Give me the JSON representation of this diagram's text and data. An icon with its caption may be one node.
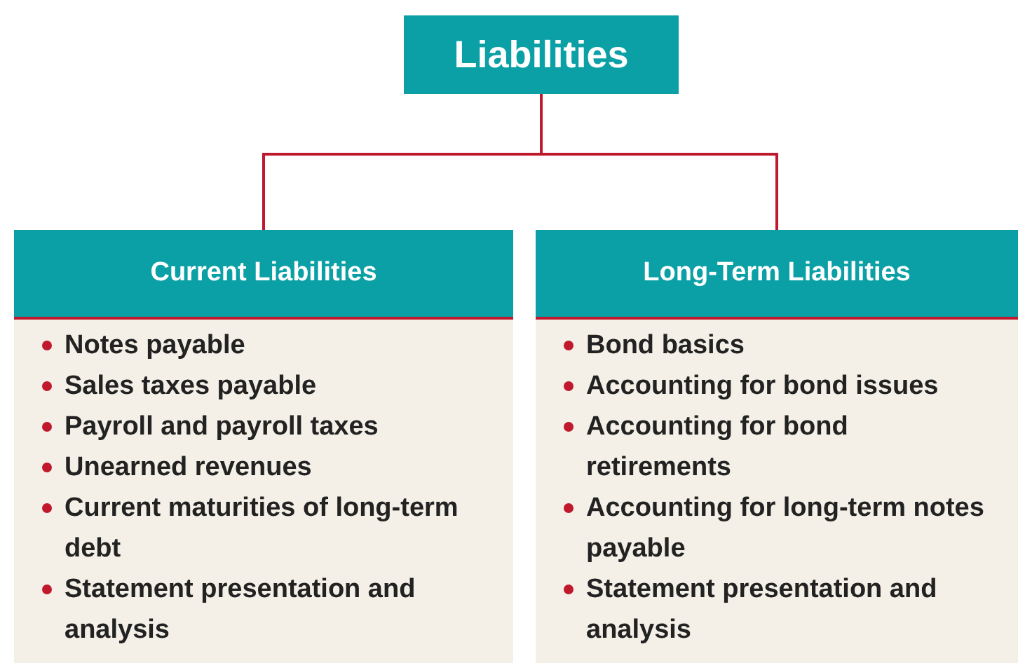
{
  "diagram": {
    "nodes": [
      {
        "text": [
          "Liabilities"
        ]
      },
      {
        "text": [
          "Current Liabilities",
          "Notes payable",
          "Sales taxes payable",
          "Payroll and payroll taxes",
          "Unearned revenues",
          "Current maturities of long-term debt",
          "Statement presentation and analysis"
        ]
      },
      {
        "text": [
          "Long-Term Liabilities",
          "Bond basics",
          "Accounting for bond issues",
          "Accounting for bond retirements",
          "Accounting for long-term notes payable",
          "Statement presentation and analysis"
        ]
      }
    ],
    "edges": [
      {
        "from": 0,
        "to": 1,
        "arrow": "none"
      },
      {
        "from": 0,
        "to": 2,
        "arrow": "none"
      }
    ]
  }
}
